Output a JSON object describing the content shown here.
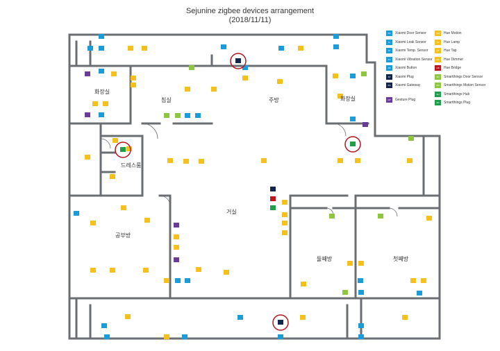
{
  "header": {
    "title": "Sejunine zigbee devices arrangement",
    "date": "(2018/11/11)"
  },
  "colors": {
    "wall": "#6a6d72",
    "xiaomi_sensor": "#1b9bd7",
    "hue": "#f5c01d",
    "hue_bridge": "#c0141c",
    "xiaomi_gateway": "#12264c",
    "xiaomi_plug": "#12264c",
    "smartthings_sensor": "#8dc63f",
    "smartthings_hub": "#1e9e4b",
    "gesture_plug": "#6a3b97",
    "highlight": "#b3141c"
  },
  "rooms": [
    {
      "id": "bath1",
      "label": "화장실"
    },
    {
      "id": "bedroom",
      "label": "침실"
    },
    {
      "id": "kitchen",
      "label": "주방"
    },
    {
      "id": "bath2",
      "label": "화장실"
    },
    {
      "id": "dress",
      "label": "드레스룸"
    },
    {
      "id": "living",
      "label": "거실"
    },
    {
      "id": "study",
      "label": "공부방"
    },
    {
      "id": "room2",
      "label": "둘째방"
    },
    {
      "id": "room1",
      "label": "첫째방"
    }
  ],
  "legend": [
    {
      "label": "Xiaomi Door Sensor",
      "type": "xiaomi_sensor",
      "code": "XD"
    },
    {
      "label": "Xiaomi Leak Sensor",
      "type": "xiaomi_sensor",
      "code": "XL"
    },
    {
      "label": "Xiaomi Temp. Sensor",
      "type": "xiaomi_sensor",
      "code": "XT"
    },
    {
      "label": "Xiaomi Vibration Sensor",
      "type": "xiaomi_sensor",
      "code": "XV"
    },
    {
      "label": "Xiaomi Button",
      "type": "xiaomi_sensor",
      "code": "XB"
    },
    {
      "label": "Xiaomi Plug",
      "type": "xiaomi_plug",
      "code": "XP"
    },
    {
      "label": "Xiaomi Gateway",
      "type": "xiaomi_gateway",
      "code": "XG"
    },
    {
      "label": "Gesture Plug",
      "type": "gesture_plug",
      "code": "GP"
    },
    {
      "label": "Hue Motion",
      "type": "hue",
      "code": "HM"
    },
    {
      "label": "Hue Lamp",
      "type": "hue",
      "code": "HL"
    },
    {
      "label": "Hue Tap",
      "type": "hue",
      "code": "HT"
    },
    {
      "label": "Hue Dimmer",
      "type": "hue",
      "code": "HD"
    },
    {
      "label": "Hue Bridge",
      "type": "hue_bridge",
      "code": "HB"
    },
    {
      "label": "Smartthings Door Sensor",
      "type": "smartthings_sensor",
      "code": "SD"
    },
    {
      "label": "Smartthings Motion Sensor",
      "type": "smartthings_sensor",
      "code": "SM"
    },
    {
      "label": "Smartthings Hub",
      "type": "smartthings_hub",
      "code": "SH"
    },
    {
      "label": "Smartthings Plug",
      "type": "smartthings_hub",
      "code": "SP"
    }
  ]
}
